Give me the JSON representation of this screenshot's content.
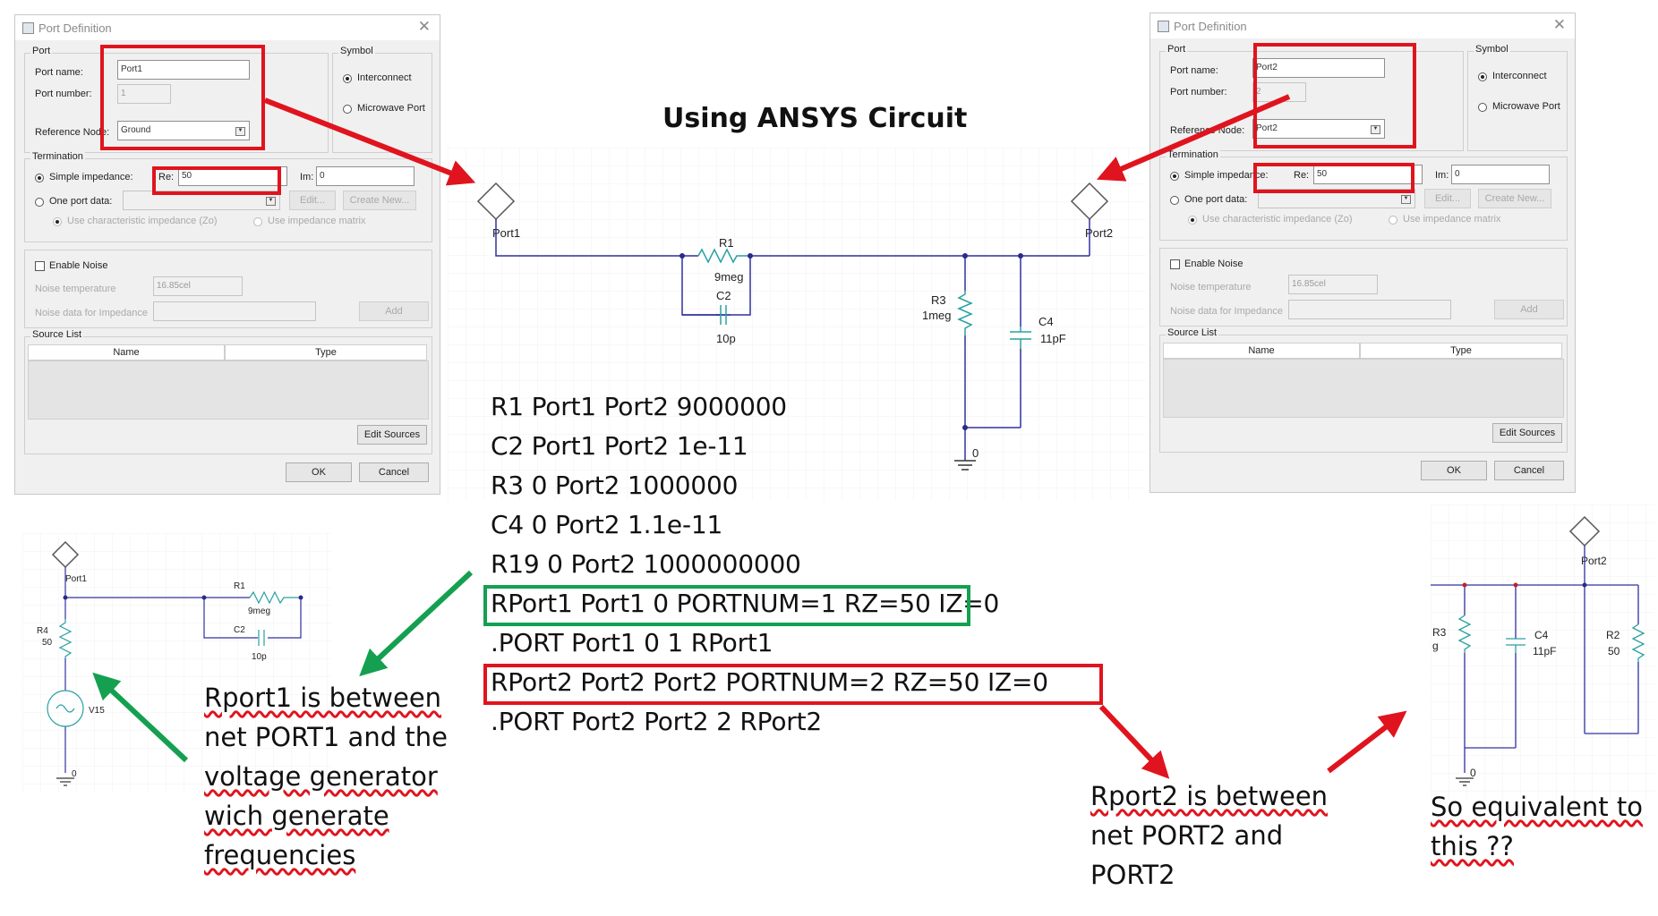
{
  "heading": "Using ANSYS Circuit",
  "dialog1": {
    "title": "Port Definition",
    "port_group": "Port",
    "port_name_label": "Port name:",
    "port_name_value": "Port1",
    "port_number_label": "Port number:",
    "port_number_value": "1",
    "ref_node_label": "Reference Node:",
    "ref_node_value": "Ground",
    "symbol_group": "Symbol",
    "symbol_interconnect": "Interconnect",
    "symbol_microwave": "Microwave Port",
    "termination_group": "Termination",
    "simple_impedance": "Simple impedance:",
    "re_label": "Re:",
    "re_value": "50",
    "im_label": "Im:",
    "im_value": "0",
    "one_port_data": "One port data:",
    "edit_btn": "Edit...",
    "create_new_btn": "Create New...",
    "use_char_imp": "Use characteristic impedance (Zo)",
    "use_imp_matrix": "Use impedance matrix",
    "enable_noise": "Enable Noise",
    "noise_temp_label": "Noise temperature",
    "noise_temp_value": "16.85cel",
    "noise_data_label": "Noise data for Impedance",
    "add_btn": "Add",
    "source_list_group": "Source List",
    "col_name": "Name",
    "col_type": "Type",
    "edit_sources_btn": "Edit Sources",
    "ok_btn": "OK",
    "cancel_btn": "Cancel"
  },
  "dialog2": {
    "title": "Port Definition",
    "port_group": "Port",
    "port_name_label": "Port name:",
    "port_name_value": "Port2",
    "port_number_label": "Port number:",
    "port_number_value": "2",
    "ref_node_label": "Reference Node:",
    "ref_node_value": "Port2",
    "symbol_group": "Symbol",
    "symbol_interconnect": "Interconnect",
    "symbol_microwave": "Microwave Port",
    "termination_group": "Termination",
    "simple_impedance": "Simple impedance:",
    "re_label": "Re:",
    "re_value": "50",
    "im_label": "Im:",
    "im_value": "0",
    "one_port_data": "One port data:",
    "edit_btn": "Edit...",
    "create_new_btn": "Create New...",
    "use_char_imp": "Use characteristic impedance (Zo)",
    "use_imp_matrix": "Use impedance matrix",
    "enable_noise": "Enable Noise",
    "noise_temp_label": "Noise temperature",
    "noise_temp_value": "16.85cel",
    "noise_data_label": "Noise data for Impedance",
    "add_btn": "Add",
    "source_list_group": "Source List",
    "col_name": "Name",
    "col_type": "Type",
    "edit_sources_btn": "Edit Sources",
    "ok_btn": "OK",
    "cancel_btn": "Cancel"
  },
  "schematic_main": {
    "port1": "Port1",
    "port2": "Port2",
    "r1_name": "R1",
    "r1_value": "9meg",
    "c2_name": "C2",
    "c2_value": "10p",
    "r3_name": "R3",
    "r3_value": "1meg",
    "c4_name": "C4",
    "c4_value": "11pF",
    "ground": "0"
  },
  "netlist": [
    "R1 Port1 Port2 9000000",
    "C2 Port1 Port2 1e-11",
    "R3 0 Port2 1000000",
    "C4 0 Port2 1.1e-11",
    "R19 0 Port2 1000000000",
    "RPort1 Port1 0 PORTNUM=1 RZ=50 IZ=0",
    ".PORT Port1 0 1 RPort1",
    "RPort2 Port2 Port2 PORTNUM=2 RZ=50 IZ=0",
    ".PORT Port2 Port2 2 RPort2"
  ],
  "schematic_left": {
    "port1": "Port1",
    "r1_name": "R1",
    "r1_value": "9meg",
    "c2_name": "C2",
    "c2_value": "10p",
    "r4_name": "R4",
    "r4_value": "50",
    "v_name": "V15",
    "ground": "0"
  },
  "schematic_right": {
    "port2": "Port2",
    "r3_name": "R3",
    "r3_value_partial": "g",
    "c4_name": "C4",
    "c4_value": "11pF",
    "r2_name": "R2",
    "r2_value": "50",
    "ground": "0"
  },
  "notes": {
    "rport1": [
      "Rport1 is between",
      "net PORT1 and the",
      "voltage generator",
      "wich generate",
      "frequencies"
    ],
    "rport2": [
      "Rport2 is between",
      "net PORT2 and",
      "PORT2"
    ],
    "equiv": [
      "So equivalent to",
      "this ??"
    ]
  },
  "colors": {
    "red_annotation": "#e0141e",
    "green_annotation": "#14a050",
    "wire": "#3030a0",
    "component": "#2aa0a0"
  }
}
